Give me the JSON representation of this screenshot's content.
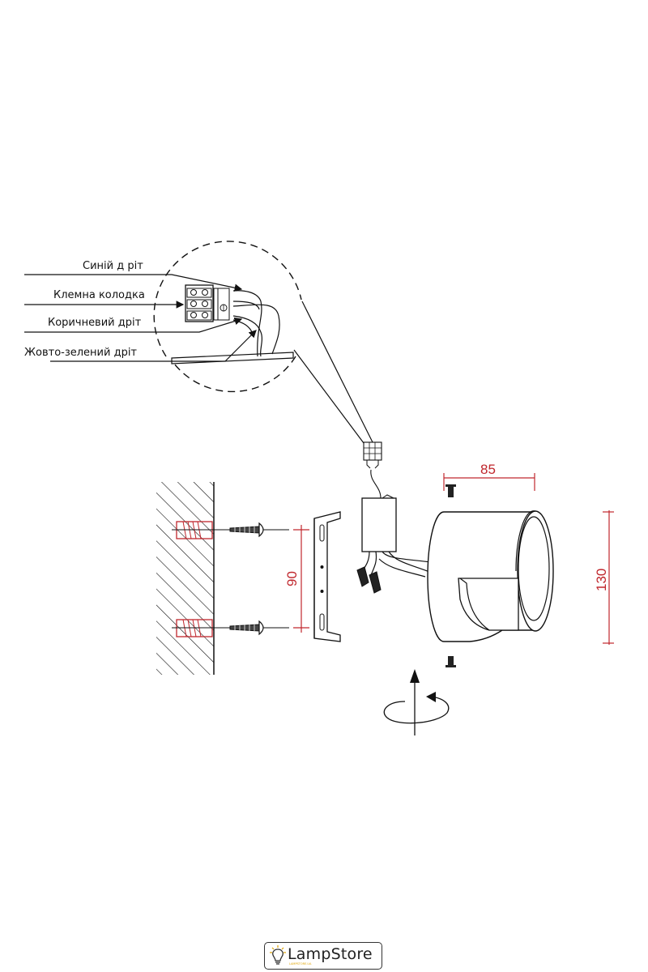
{
  "callouts": {
    "blue_wire": "Синій д ріт",
    "terminal_block": "Клемна колодка",
    "brown_wire": "Коричневий дріт",
    "ground_wire": "Жовто-зелений дріт"
  },
  "dimensions": {
    "width": "85",
    "height": "130",
    "mount_spacing": "90"
  },
  "colors": {
    "line": "#111111",
    "dimension": "#c0272d",
    "logo_accent": "#e0a400"
  },
  "brand": {
    "name": "LampStore",
    "tagline": "LAMPSTORE.UA"
  }
}
